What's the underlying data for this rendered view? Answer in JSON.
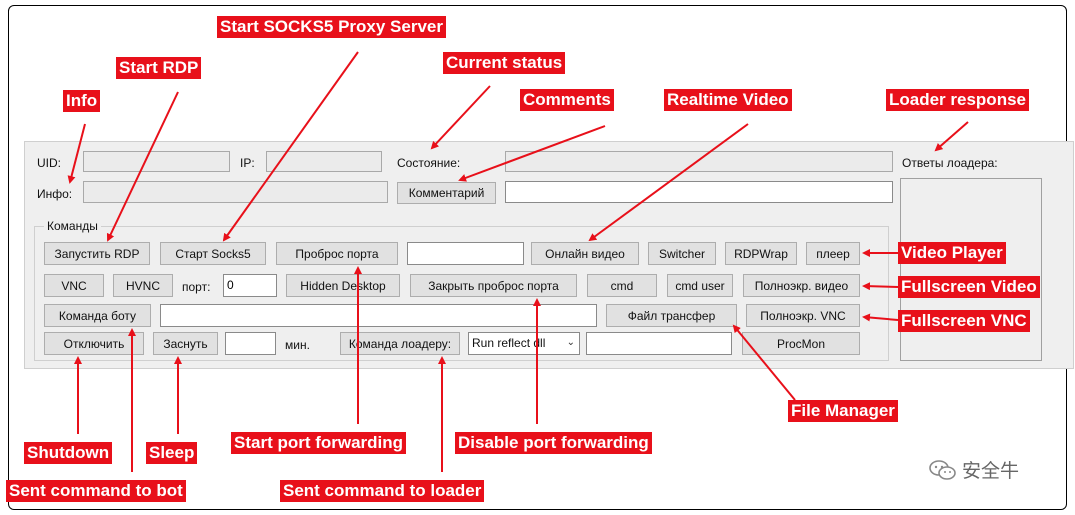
{
  "labels": {
    "uid": "UID:",
    "ip": "IP:",
    "status": "Состояние:",
    "info": "Инфо:",
    "loader_answers": "Ответы лоадера:",
    "commands_group": "Команды",
    "port": "порт:",
    "minutes": "мин."
  },
  "inputs": {
    "port_value": "0",
    "run_select": "Run reflect dll"
  },
  "buttons": {
    "comment": "Комментарий",
    "start_rdp": "Запустить RDP",
    "start_socks5": "Старт Socks5",
    "port_forward": "Проброс порта",
    "online_video": "Онлайн видео",
    "switcher": "Switcher",
    "rdpwrap": "RDPWrap",
    "player": "плеер",
    "vnc": "VNC",
    "hvnc": "HVNC",
    "hidden_desktop": "Hidden Desktop",
    "close_port_forward": "Закрыть проброс порта",
    "cmd": "cmd",
    "cmd_user": "cmd user",
    "fullscreen_video": "Полноэкр. видео",
    "bot_command": "Команда боту",
    "file_transfer": "Файл трансфер",
    "fullscreen_vnc": "Полноэкр. VNC",
    "disconnect": "Отключить",
    "sleep": "Заснуть",
    "loader_command": "Команда лоадеру:",
    "procmon": "ProcMon"
  },
  "annotations": {
    "socks5": "Start SOCKS5 Proxy Server",
    "rdp": "Start RDP",
    "status": "Current status",
    "info": "Info",
    "comments": "Comments",
    "realtime_video": "Realtime Video",
    "loader_response": "Loader response",
    "video_player": "Video Player",
    "fullscreen_video": "Fullscreen Video",
    "fullscreen_vnc": "Fullscreen VNC",
    "file_manager": "File Manager",
    "shutdown": "Shutdown",
    "sleep": "Sleep",
    "start_port_forwarding": "Start port forwarding",
    "disable_port_forwarding": "Disable port forwarding",
    "sent_command_bot": "Sent command to bot",
    "sent_command_loader": "Sent command to loader"
  },
  "watermark": "安全牛",
  "colors": {
    "annotation_bg": "#e8101a",
    "arrow": "#e8101a",
    "panel_bg": "#efefef",
    "button_bg": "#e1e1e1"
  }
}
